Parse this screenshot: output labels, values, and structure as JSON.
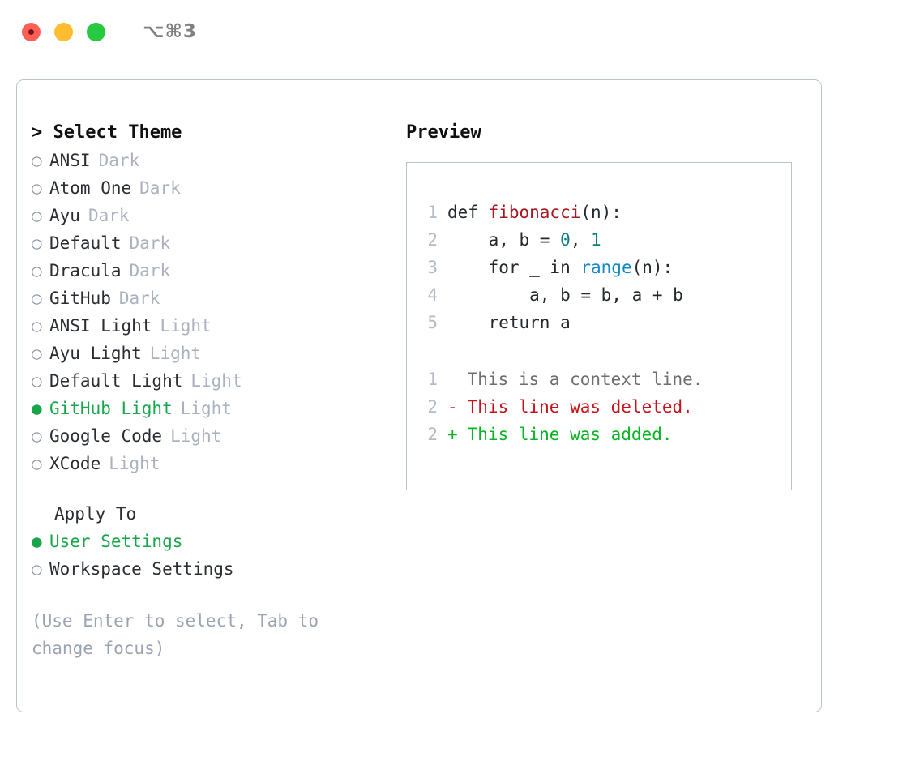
{
  "window": {
    "title": "⌥⌘3",
    "traffic_lights": [
      "close-red",
      "minimize-yellow",
      "maximize-green"
    ]
  },
  "colors": {
    "accent_green": "#17a74a",
    "panel_border": "#b9c3d0",
    "muted": "#aab2be",
    "hint": "#9aa3b2",
    "code_fn": "#a3191f",
    "code_num": "#0d7d7d",
    "code_builtin": "#1189c2",
    "diff_add": "#07b522",
    "diff_del": "#c4131a"
  },
  "theme_picker": {
    "header": "> Select Theme",
    "items": [
      {
        "marker": "○",
        "label": "ANSI",
        "tag": "Dark",
        "selected": false
      },
      {
        "marker": "○",
        "label": "Atom One",
        "tag": "Dark",
        "selected": false
      },
      {
        "marker": "○",
        "label": "Ayu",
        "tag": "Dark",
        "selected": false
      },
      {
        "marker": "○",
        "label": "Default",
        "tag": "Dark",
        "selected": false
      },
      {
        "marker": "○",
        "label": "Dracula",
        "tag": "Dark",
        "selected": false
      },
      {
        "marker": "○",
        "label": "GitHub",
        "tag": "Dark",
        "selected": false
      },
      {
        "marker": "○",
        "label": "ANSI Light",
        "tag": "Light",
        "selected": false
      },
      {
        "marker": "○",
        "label": "Ayu Light",
        "tag": "Light",
        "selected": false
      },
      {
        "marker": "○",
        "label": "Default Light",
        "tag": "Light",
        "selected": false
      },
      {
        "marker": "●",
        "label": "GitHub Light",
        "tag": "Light",
        "selected": true
      },
      {
        "marker": "○",
        "label": "Google Code",
        "tag": "Light",
        "selected": false
      },
      {
        "marker": "○",
        "label": "XCode",
        "tag": "Light",
        "selected": false
      }
    ]
  },
  "apply_to": {
    "header": "Apply To",
    "items": [
      {
        "marker": "●",
        "label": "User Settings",
        "selected": true
      },
      {
        "marker": "○",
        "label": "Workspace Settings",
        "selected": false
      }
    ]
  },
  "hint": "(Use Enter to select, Tab to change focus)",
  "preview": {
    "title": "Preview",
    "code_lines": [
      {
        "num": "1",
        "parts": [
          {
            "t": "def ",
            "c": "plain"
          },
          {
            "t": "fibonacci",
            "c": "fn"
          },
          {
            "t": "(n):",
            "c": "plain"
          }
        ]
      },
      {
        "num": "2",
        "parts": [
          {
            "t": "    a, b = ",
            "c": "plain"
          },
          {
            "t": "0",
            "c": "num"
          },
          {
            "t": ", ",
            "c": "plain"
          },
          {
            "t": "1",
            "c": "num"
          }
        ]
      },
      {
        "num": "3",
        "parts": [
          {
            "t": "    for _ in ",
            "c": "plain"
          },
          {
            "t": "range",
            "c": "builtin"
          },
          {
            "t": "(n):",
            "c": "plain"
          }
        ]
      },
      {
        "num": "4",
        "parts": [
          {
            "t": "        a, b = b, a + b",
            "c": "plain"
          }
        ]
      },
      {
        "num": "5",
        "parts": [
          {
            "t": "    return a",
            "c": "plain"
          }
        ]
      }
    ],
    "diff_lines": [
      {
        "num": "1",
        "mark": " ",
        "text": "This is a context line.",
        "kind": "context"
      },
      {
        "num": "2",
        "mark": "-",
        "text": "This line was deleted.",
        "kind": "deleted"
      },
      {
        "num": "2",
        "mark": "+",
        "text": "This line was added.",
        "kind": "added"
      }
    ]
  }
}
